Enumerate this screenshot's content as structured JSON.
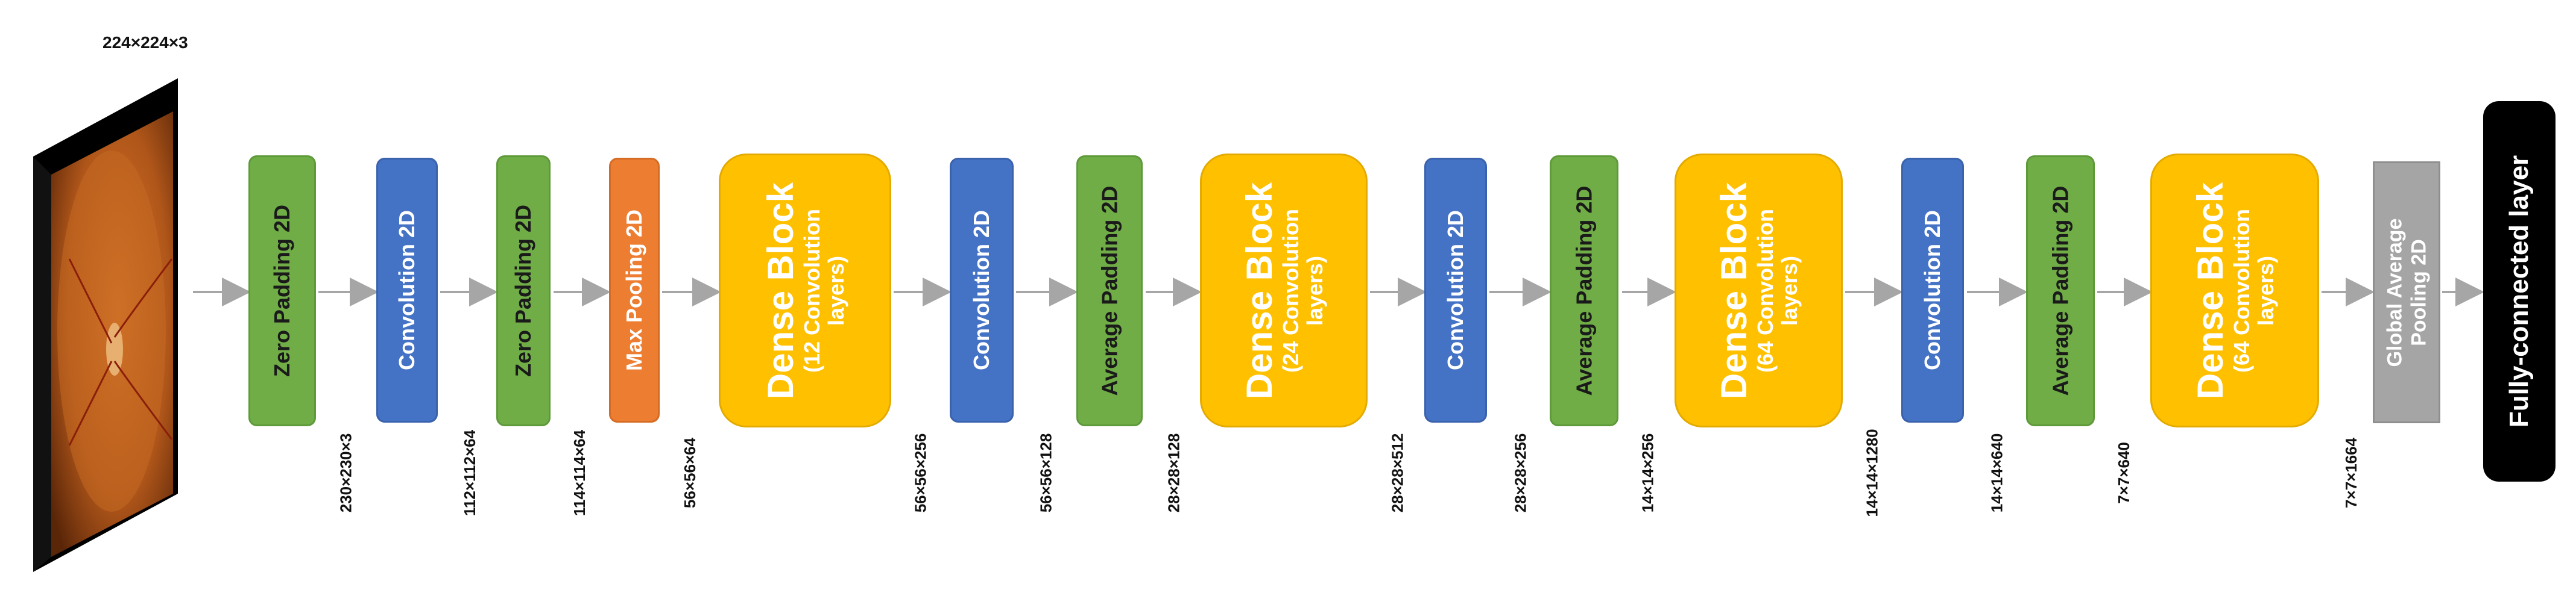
{
  "input": {
    "dims": "224×224×3"
  },
  "blocks": [
    {
      "id": "zero-padding-1",
      "label": "Zero Padding 2D",
      "color": "#70ad47"
    },
    {
      "id": "conv-1",
      "label": "Convolution 2D",
      "color": "#4472c4"
    },
    {
      "id": "zero-padding-2",
      "label": "Zero Padding 2D",
      "color": "#70ad47"
    },
    {
      "id": "max-pooling",
      "label": "Max Pooling 2D",
      "color": "#ed7d31"
    },
    {
      "id": "dense-1",
      "title": "Dense Block",
      "sub1": "(12 Convolution",
      "sub2": "layers)",
      "color": "#ffc000"
    },
    {
      "id": "conv-2",
      "label": "Convolution 2D",
      "color": "#4472c4"
    },
    {
      "id": "avg-padding-1",
      "label": "Average Padding 2D",
      "color": "#70ad47"
    },
    {
      "id": "dense-2",
      "title": "Dense Block",
      "sub1": "(24 Convolution",
      "sub2": "layers)",
      "color": "#ffc000"
    },
    {
      "id": "conv-3",
      "label": "Convolution 2D",
      "color": "#4472c4"
    },
    {
      "id": "avg-padding-2",
      "label": "Average Padding 2D",
      "color": "#70ad47"
    },
    {
      "id": "dense-3",
      "title": "Dense Block",
      "sub1": "(64 Convolution",
      "sub2": "layers)",
      "color": "#ffc000"
    },
    {
      "id": "conv-4",
      "label": "Convolution 2D",
      "color": "#4472c4"
    },
    {
      "id": "avg-padding-3",
      "label": "Average Padding 2D",
      "color": "#70ad47"
    },
    {
      "id": "dense-4",
      "title": "Dense Block",
      "sub1": "(64 Convolution",
      "sub2": "layers)",
      "color": "#ffc000"
    },
    {
      "id": "gap",
      "line1": "Global Average",
      "line2": "Pooling 2D",
      "color": "#a5a5a5"
    },
    {
      "id": "fc",
      "label": "Fully-connected layer",
      "color": "#000000"
    }
  ],
  "dims": [
    "230×230×3",
    "112×112×64",
    "114×114×64",
    "56×56×64",
    "56×56×256",
    "56×56×128",
    "28×28×128",
    "28×28×512",
    "28×28×256",
    "14×14×256",
    "14×14×1280",
    "14×14×640",
    "7×7×640",
    "7×7×1664"
  ],
  "colors": {
    "arrow": "#a6a6a6",
    "retina_dark": "#3a1a05",
    "retina": "#c0621a"
  }
}
